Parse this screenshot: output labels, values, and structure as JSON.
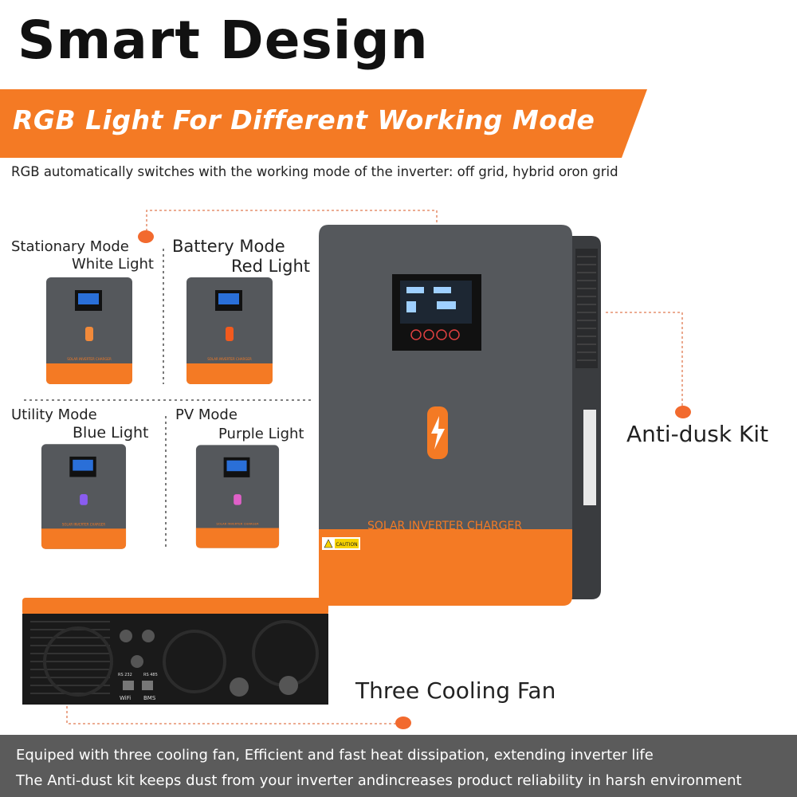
{
  "title": "Smart Design",
  "banner": "RGB Light For Different Working Mode",
  "subtitle": "RGB automatically switches with the working mode of the inverter: off grid, hybrid oron grid",
  "modes": [
    {
      "name": "Stationary Mode",
      "light": "White Light",
      "led_color": "#f28a3a"
    },
    {
      "name": "Battery Mode",
      "light": "Red Light",
      "led_color": "#f25a1e"
    },
    {
      "name": "Utility Mode",
      "light": "Blue Light",
      "led_color": "#8a5cf0"
    },
    {
      "name": "PV Mode",
      "light": "Purple Light",
      "led_color": "#e060c8"
    }
  ],
  "product_label": "SOLAR INVERTER CHARGER",
  "caution_label": "CAUTION",
  "callouts": {
    "anti_dusk": "Anti-dusk Kit",
    "cooling": "Three Cooling Fan"
  },
  "bottom_panel": {
    "wifi": "WiFi",
    "bms": "BMS",
    "rs232": "RS 232",
    "rs485": "RS 485"
  },
  "footer": {
    "line1": "Equiped with three cooling fan, Efficient and fast heat dissipation, extending inverter life",
    "line2": "The Anti-dust kit keeps dust from your inverter andincreases product reliability in harsh environment"
  },
  "colors": {
    "accent_orange": "#f47a24",
    "body_gray": "#55585c",
    "footer_gray": "#5b5b5b"
  }
}
